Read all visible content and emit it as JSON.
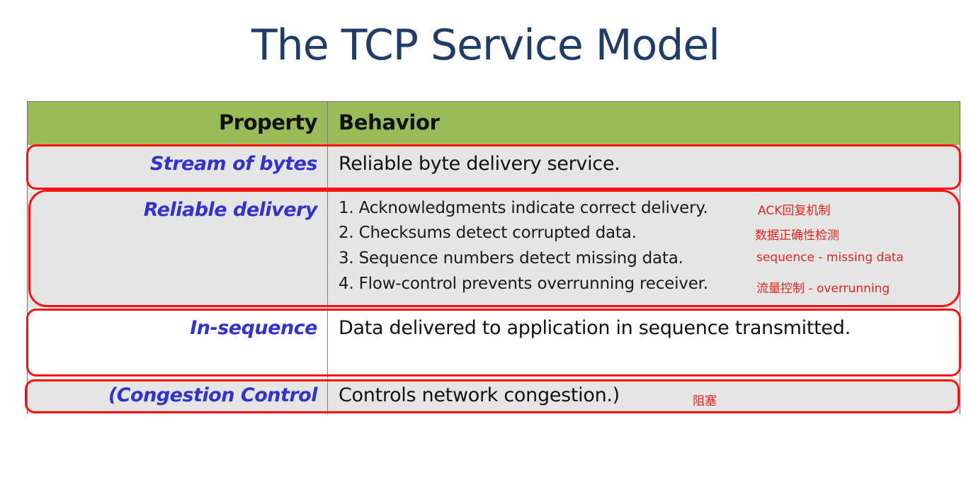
{
  "title": "The TCP Service Model",
  "table": {
    "header": {
      "property": "Property",
      "behavior": "Behavior"
    },
    "rows": [
      {
        "property": "Stream of bytes",
        "behavior": "Reliable byte delivery service."
      },
      {
        "property": "Reliable delivery",
        "items": [
          "1. Acknowledgments indicate correct delivery.",
          "2. Checksums detect corrupted data.",
          "3. Sequence numbers detect missing data.",
          "4. Flow-control prevents overrunning receiver."
        ]
      },
      {
        "property": "In-sequence",
        "behavior": "Data delivered to application in sequence transmitted."
      },
      {
        "property": "(Congestion Control",
        "behavior": "Controls network congestion.)"
      }
    ]
  },
  "annotations": {
    "ack": "ACK回复机制",
    "checksum": "数据正确性检测",
    "sequence": "sequence - missing data",
    "flow": "流量控制 - overrunning",
    "congestion": "阻塞"
  },
  "colors": {
    "title": "#1f3d68",
    "header_bg": "#9bbb59",
    "row_shade": "#e5e5e5",
    "property_text": "#3333cc",
    "annotation": "#e8251d"
  }
}
